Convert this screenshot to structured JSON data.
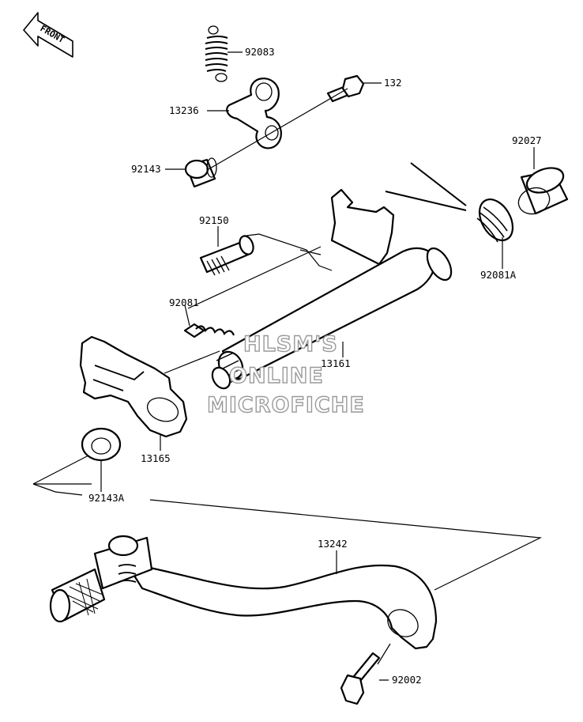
{
  "front_label": "FRONT",
  "watermark": {
    "line1": "HLSM'S",
    "line2": "ONLINE",
    "line3": "MICROFICHE"
  },
  "part_numbers": {
    "spring_top": "92083",
    "bolt_132": "132",
    "plate_13236": "13236",
    "collar_92143": "92143",
    "collar_92027": "92027",
    "pin_92150": "92150",
    "spring_92081A": "92081A",
    "spring_92081": "92081",
    "shaft_13161": "13161",
    "plate_13165": "13165",
    "washer_92143A": "92143A",
    "pedal_13242": "13242",
    "bolt_92002": "92002"
  }
}
